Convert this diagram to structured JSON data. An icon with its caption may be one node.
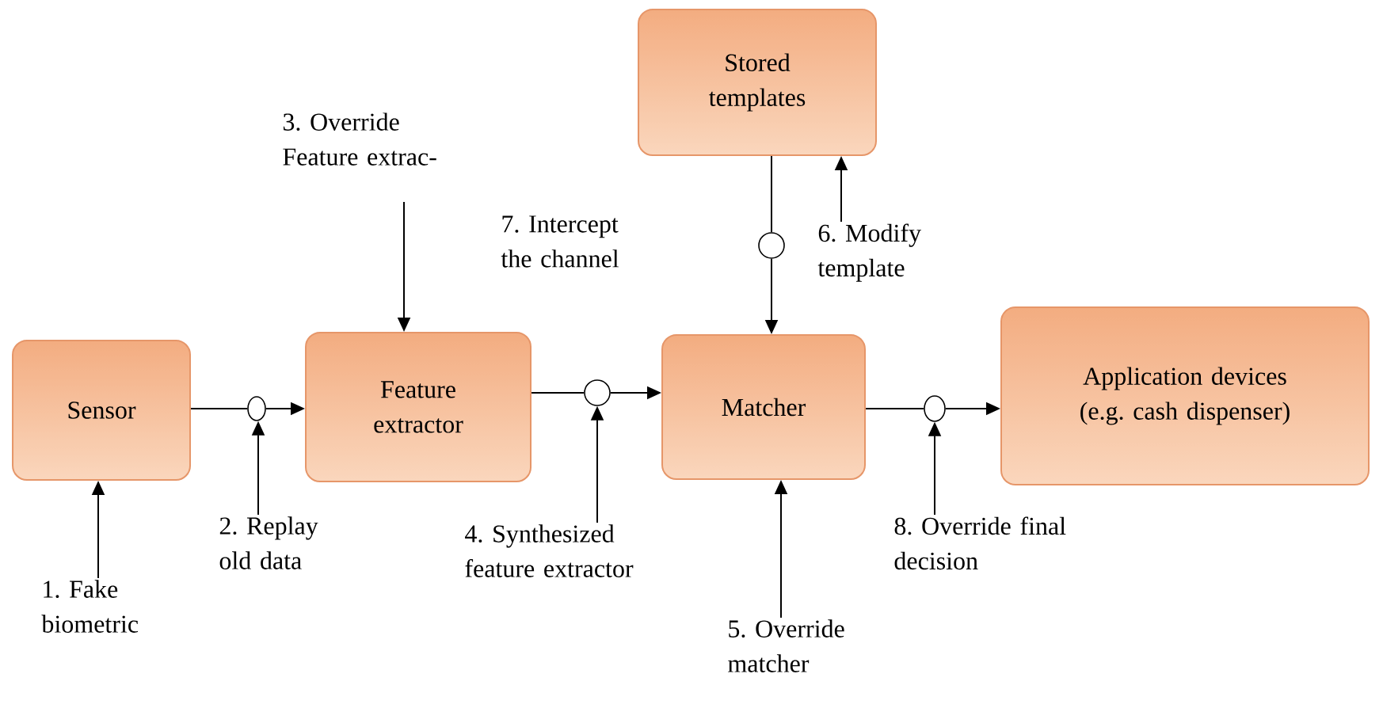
{
  "diagram": {
    "nodes": [
      {
        "text": [
          "Stored templates"
        ]
      },
      {
        "text": [
          "3. Override Feature extrac-"
        ]
      },
      {
        "text": [
          "6. Modify template"
        ]
      },
      {
        "text": [
          "Sensor"
        ]
      },
      {
        "text": [],
        "shape": "circle"
      },
      {
        "text": [
          "Feature extractor"
        ]
      },
      {
        "text": [],
        "shape": "circle"
      },
      {
        "text": [],
        "shape": "circle"
      },
      {
        "text": [
          "Matcher"
        ]
      },
      {
        "text": [],
        "shape": "circle"
      },
      {
        "text": [
          "Application devices (e.g. cash dispenser)"
        ]
      },
      {
        "text": [
          "2. Replay old data"
        ]
      },
      {
        "text": [
          "4. Synthesized feature extractor"
        ]
      },
      {
        "text": [
          "8. Override final decision"
        ]
      },
      {
        "text": [
          "1. Fake biometric"
        ]
      },
      {
        "text": [
          "5. Override matcher"
        ]
      }
    ],
    "edges": [
      {
        "from": 3,
        "to": 4,
        "arrow": "none"
      },
      {
        "from": 4,
        "to": 5,
        "arrow": "to"
      },
      {
        "from": 5,
        "to": 6,
        "arrow": "none"
      },
      {
        "from": 6,
        "to": 8,
        "arrow": "to"
      },
      {
        "from": 0,
        "to": 7,
        "arrow": "none"
      },
      {
        "from": 7,
        "to": 8,
        "arrow": "to"
      },
      {
        "from": 8,
        "to": 9,
        "arrow": "none"
      },
      {
        "from": 9,
        "to": 10,
        "arrow": "to"
      },
      {
        "from": 1,
        "to": 5,
        "arrow": "to"
      },
      {
        "from": 2,
        "to": 0,
        "arrow": "to"
      },
      {
        "from": 11,
        "to": 4,
        "arrow": "to"
      },
      {
        "from": 12,
        "to": 6,
        "arrow": "to"
      },
      {
        "from": 13,
        "to": 9,
        "arrow": "to"
      },
      {
        "from": 14,
        "to": 3,
        "arrow": "to"
      },
      {
        "from": 15,
        "to": 8,
        "arrow": "to"
      }
    ],
    "labels": [
      "7. Intercept the channel"
    ]
  }
}
